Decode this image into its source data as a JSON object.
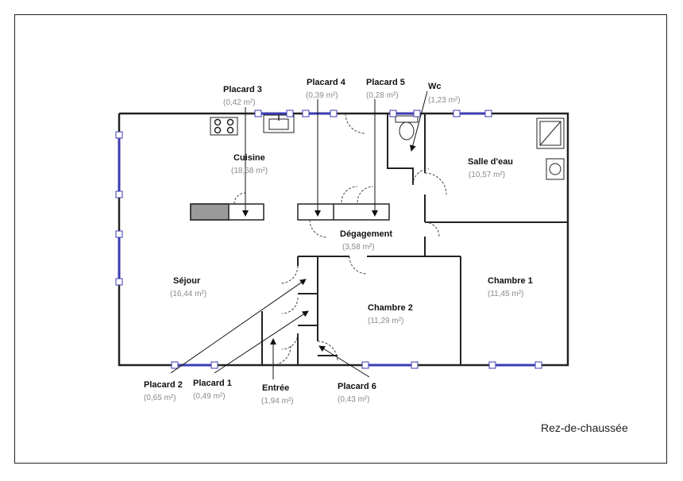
{
  "plan": {
    "level_label": "Rez-de-chaussée",
    "rooms": [
      {
        "name": "Séjour",
        "area": "(16,44 m²)"
      },
      {
        "name": "Cuisine",
        "area": "(18,58 m²)"
      },
      {
        "name": "Dégagement",
        "area": "(3,58 m²)"
      },
      {
        "name": "Salle d'eau",
        "area": "(10,57 m²)"
      },
      {
        "name": "Chambre 1",
        "area": "(11,45 m²)"
      },
      {
        "name": "Chambre 2",
        "area": "(11,29 m²)"
      },
      {
        "name": "Wc",
        "area": "(1,23 m²)"
      },
      {
        "name": "Entrée",
        "area": "(1,94 m²)"
      },
      {
        "name": "Placard 1",
        "area": "(0,49 m²)"
      },
      {
        "name": "Placard 2",
        "area": "(0,65 m²)"
      },
      {
        "name": "Placard 3",
        "area": "(0,42 m²)"
      },
      {
        "name": "Placard 4",
        "area": "(0,39 m²)"
      },
      {
        "name": "Placard 5",
        "area": "(0,28 m²)"
      },
      {
        "name": "Placard 6",
        "area": "(0,43 m²)"
      }
    ]
  }
}
